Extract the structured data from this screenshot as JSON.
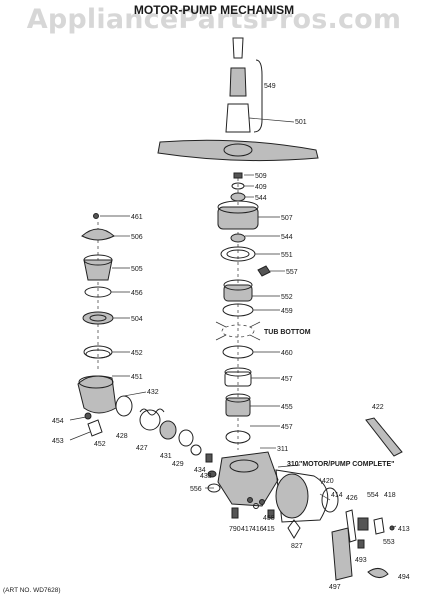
{
  "watermark": "AppliancePartsPros.com",
  "title": "MOTOR-PUMP MECHANISM",
  "art_no": "(ART NO. WD7628)",
  "labels": {
    "p549": "549",
    "p501": "501",
    "p509": "509",
    "p409": "409",
    "p544a": "544",
    "p461": "461",
    "p507": "507",
    "p506": "506",
    "p544b": "544",
    "p551": "551",
    "p505": "505",
    "p557": "557",
    "p456": "456",
    "p552": "552",
    "p459": "459",
    "p504": "504",
    "tub_bottom": "TUB BOTTOM",
    "p460": "460",
    "p452a": "452",
    "p451": "451",
    "p457a": "457",
    "p432": "432",
    "p455": "455",
    "p422": "422",
    "p454": "454",
    "p452b": "452",
    "p428": "428",
    "p457b": "457",
    "p453": "453",
    "p427": "427",
    "p431": "431",
    "p429": "429",
    "p434": "434",
    "p311": "311",
    "p433": "433",
    "p310": "310",
    "motor_pump_complete": "\"MOTOR/PUMP COMPLETE\"",
    "p420": "420",
    "p414": "414",
    "p556": "556",
    "p426": "426",
    "p554": "554",
    "p418": "418",
    "p413": "413",
    "p458": "458",
    "p827": "827",
    "p790": "790",
    "p417": "417",
    "p416": "416",
    "p415": "415",
    "p553": "553",
    "p493": "493",
    "p497": "497",
    "p494": "494"
  }
}
